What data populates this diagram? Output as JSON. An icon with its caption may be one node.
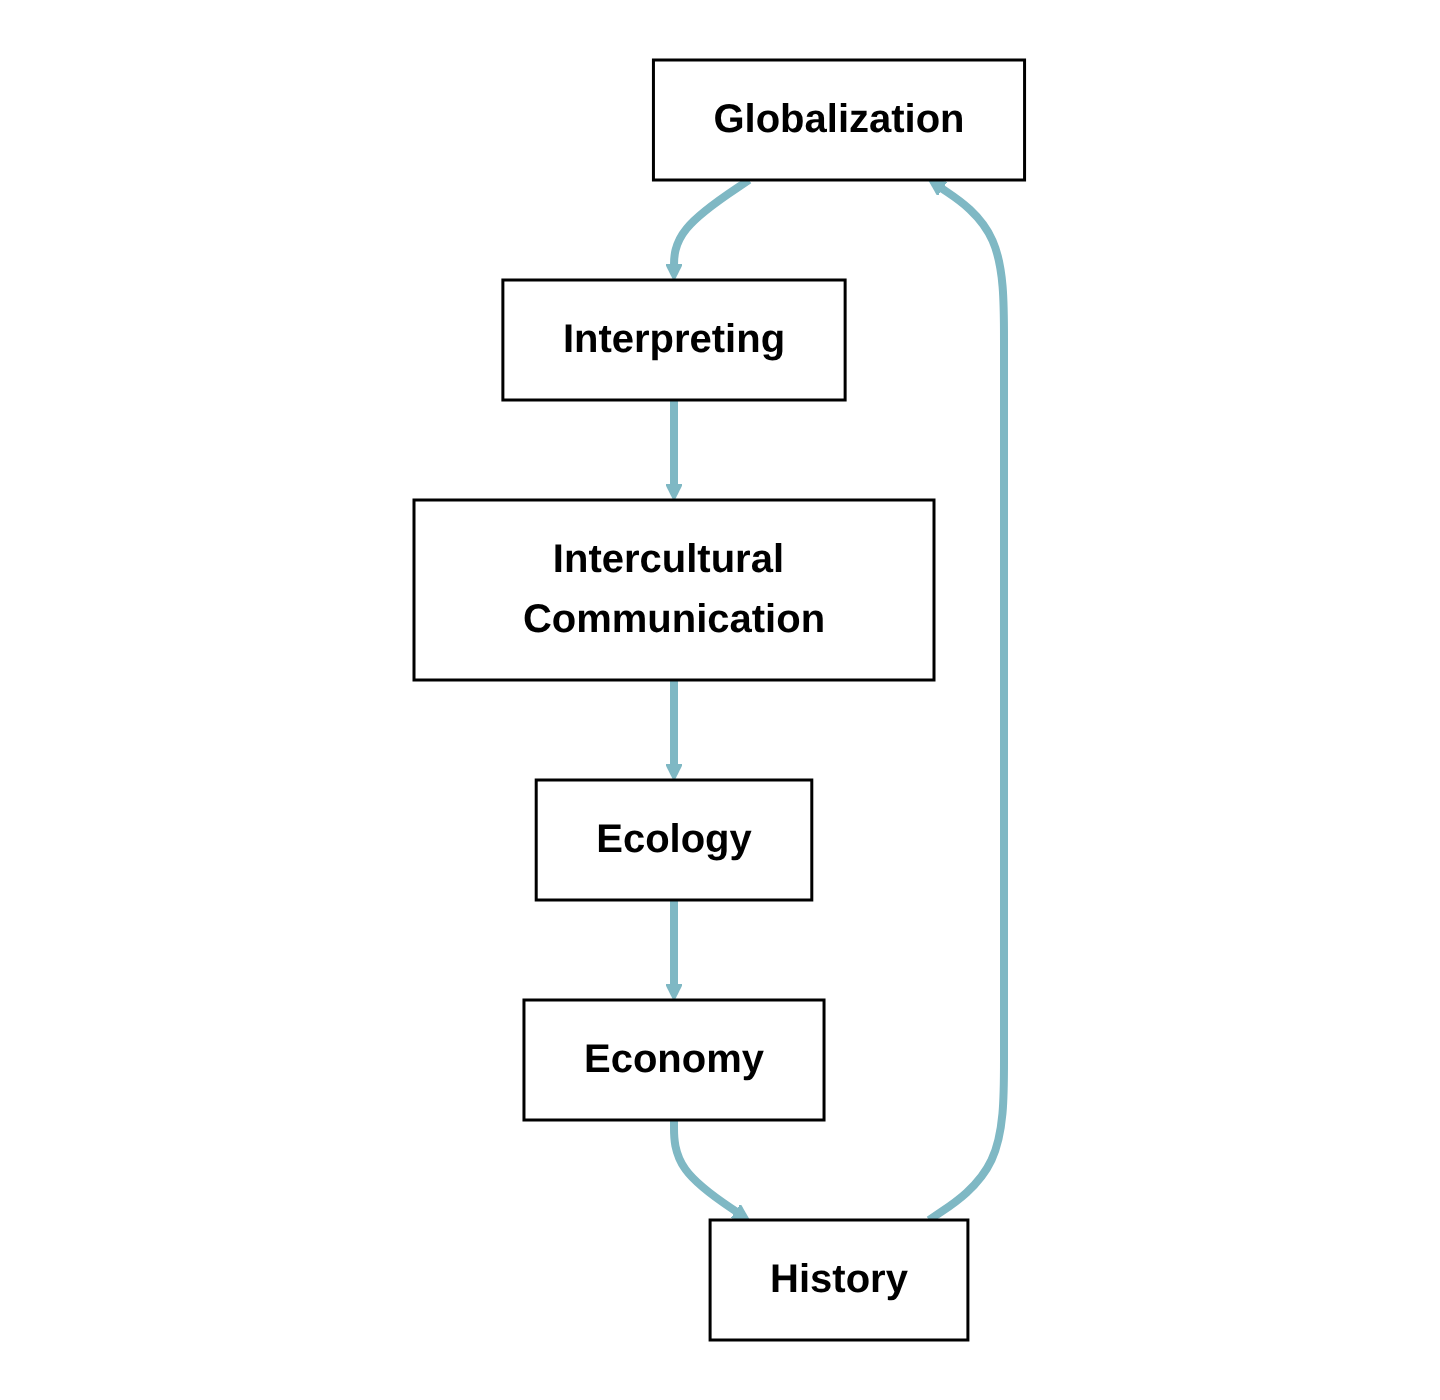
{
  "diagram": {
    "nodes": [
      {
        "text": [
          "Globalization"
        ]
      },
      {
        "text": [
          "Interpreting"
        ]
      },
      {
        "text": [
          "Intercultural Communication"
        ]
      },
      {
        "text": [
          "Ecology"
        ]
      },
      {
        "text": [
          "Economy"
        ]
      },
      {
        "text": [
          "History"
        ]
      }
    ],
    "edges": [
      {
        "from": 0,
        "to": 1,
        "arrow": "to"
      },
      {
        "from": 1,
        "to": 2,
        "arrow": "to"
      },
      {
        "from": 2,
        "to": 3,
        "arrow": "to"
      },
      {
        "from": 3,
        "to": 4,
        "arrow": "to"
      },
      {
        "from": 4,
        "to": 5,
        "arrow": "to"
      },
      {
        "from": 5,
        "to": 0,
        "arrow": "to"
      }
    ]
  }
}
